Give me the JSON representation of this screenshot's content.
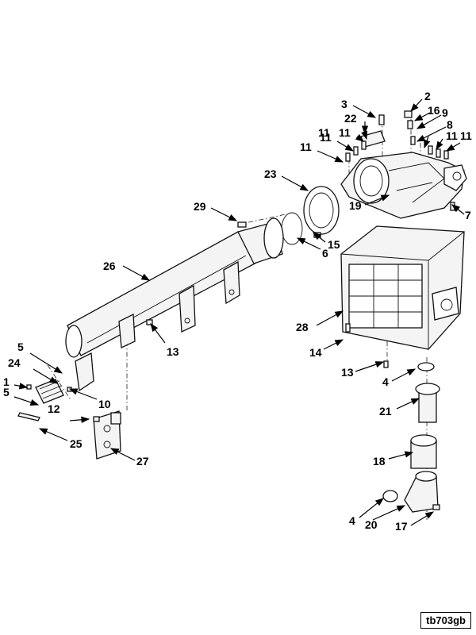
{
  "figure_id": "tb703gb",
  "callouts": [
    {
      "id": "c1",
      "text": "1"
    },
    {
      "id": "c2",
      "text": "2"
    },
    {
      "id": "c3",
      "text": "3"
    },
    {
      "id": "c4a",
      "text": "4"
    },
    {
      "id": "c4b",
      "text": "4"
    },
    {
      "id": "c5a",
      "text": "5"
    },
    {
      "id": "c5b",
      "text": "5"
    },
    {
      "id": "c6",
      "text": "6"
    },
    {
      "id": "c7",
      "text": "7"
    },
    {
      "id": "c8",
      "text": "8"
    },
    {
      "id": "c9",
      "text": "9"
    },
    {
      "id": "c10",
      "text": "10"
    },
    {
      "id": "c11a",
      "text": "11"
    },
    {
      "id": "c11b",
      "text": "11"
    },
    {
      "id": "c11c",
      "text": "11"
    },
    {
      "id": "c11d",
      "text": "11"
    },
    {
      "id": "c11e",
      "text": "11"
    },
    {
      "id": "c11f",
      "text": "11"
    },
    {
      "id": "c12",
      "text": "12"
    },
    {
      "id": "c13a",
      "text": "13"
    },
    {
      "id": "c13b",
      "text": "13"
    },
    {
      "id": "c14",
      "text": "14"
    },
    {
      "id": "c15",
      "text": "15"
    },
    {
      "id": "c16",
      "text": "16"
    },
    {
      "id": "c17",
      "text": "17"
    },
    {
      "id": "c18",
      "text": "18"
    },
    {
      "id": "c19",
      "text": "19"
    },
    {
      "id": "c20",
      "text": "20"
    },
    {
      "id": "c21",
      "text": "21"
    },
    {
      "id": "c22",
      "text": "22"
    },
    {
      "id": "c23",
      "text": "23"
    },
    {
      "id": "c24",
      "text": "24"
    },
    {
      "id": "c25",
      "text": "25"
    },
    {
      "id": "c26",
      "text": "26"
    },
    {
      "id": "c27",
      "text": "27"
    },
    {
      "id": "c28",
      "text": "28"
    },
    {
      "id": "c29",
      "text": "29"
    }
  ]
}
